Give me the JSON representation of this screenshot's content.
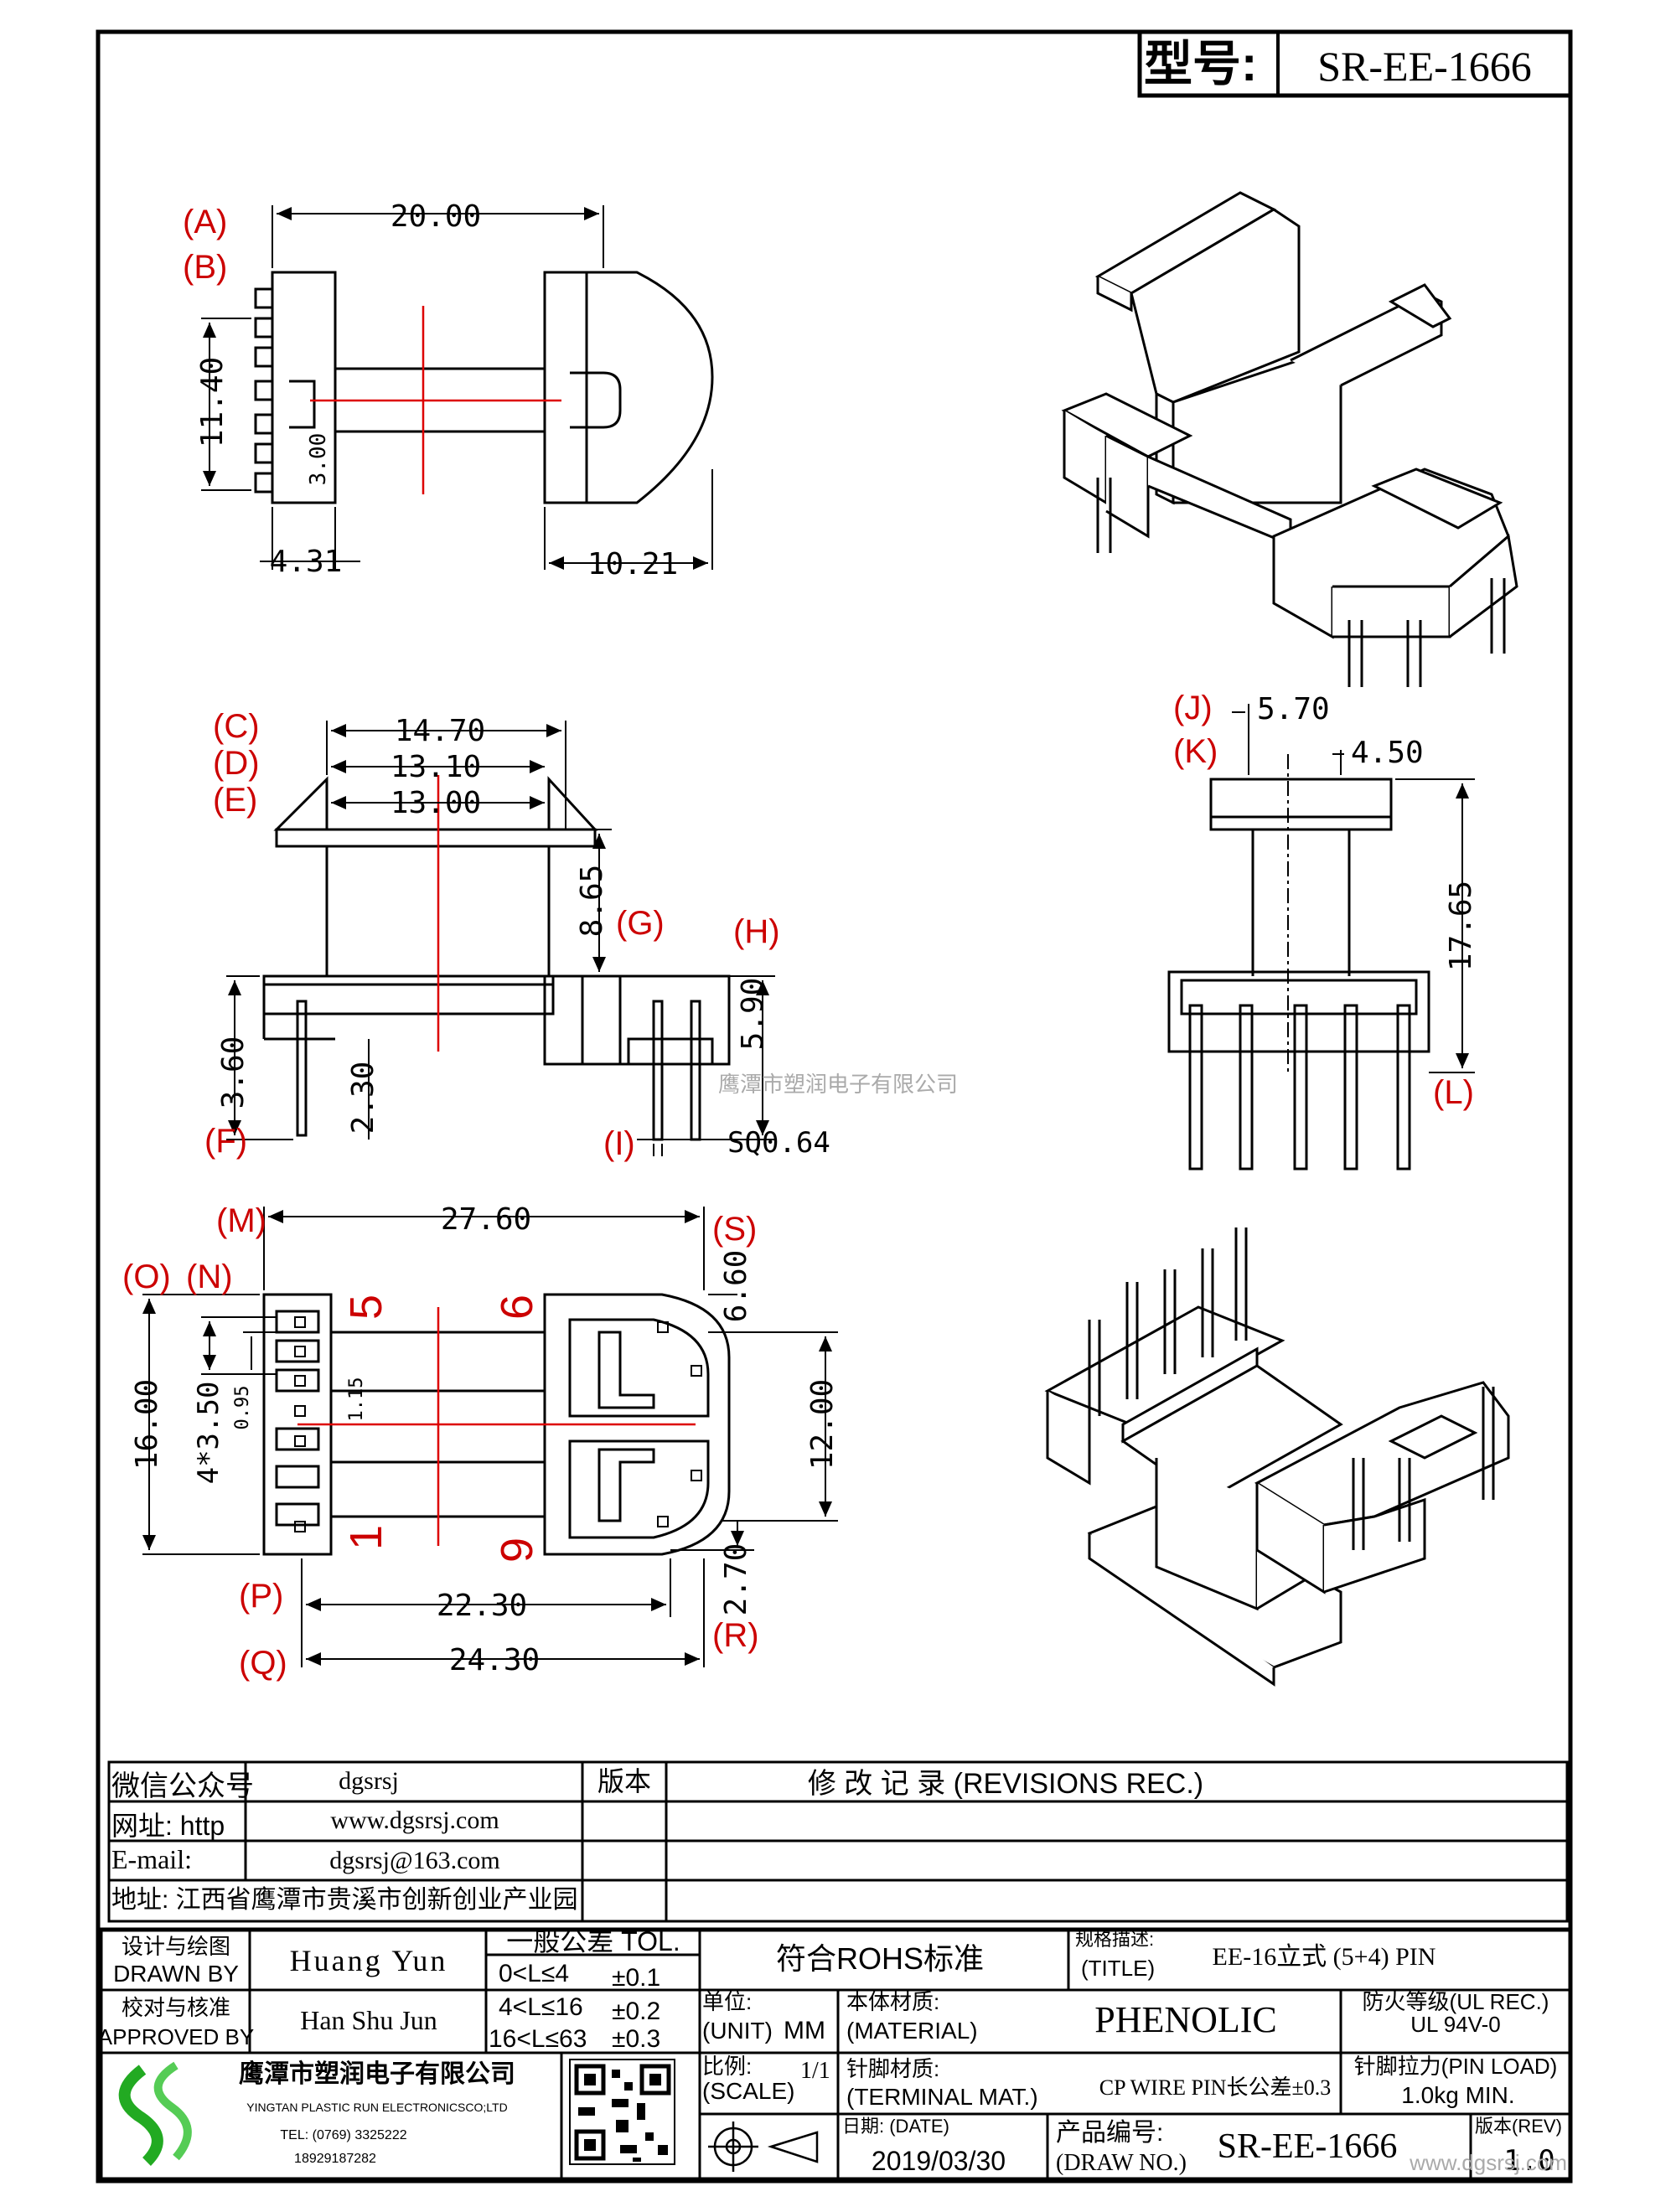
{
  "title_block": {
    "model_label": "型号:",
    "model_value": "SR-EE-1666"
  },
  "dims_top": {
    "A": "(A)",
    "B": "(B)",
    "width": "20.00",
    "height": "11.40",
    "slot": "3.00",
    "left": "4.31",
    "right": "10.21"
  },
  "dims_mid": {
    "C": "(C)",
    "D": "(D)",
    "E": "(E)",
    "F": "(F)",
    "G": "(G)",
    "H": "(H)",
    "I": "(I)",
    "c": "14.70",
    "d": "13.10",
    "e": "13.00",
    "g": "8.65",
    "h": "5.90",
    "f": "3.60",
    "f2": "2.30",
    "pin": "SQ0.64"
  },
  "dims_side": {
    "J": "(J)",
    "K": "(K)",
    "L": "(L)",
    "j": "5.70",
    "k": "4.50",
    "l": "17.65"
  },
  "watermark": "鹰潭市塑润电子有限公司",
  "dims_bottom": {
    "M": "(M)",
    "N": "(N)",
    "O": "(O)",
    "P": "(P)",
    "Q": "(Q)",
    "R": "(R)",
    "S": "(S)",
    "m": "27.60",
    "s": "6.60",
    "o": "16.00",
    "n": "4*3.50",
    "n2": "0.95",
    "n3": "1.15",
    "r": "12.00",
    "r2": "2.70",
    "p": "22.30",
    "q": "24.30",
    "pin5": "5",
    "pin6": "6",
    "pin1": "1",
    "pin9": "9"
  },
  "info": {
    "wechat_label": "微信公众号",
    "wechat_value": "dgsrsj",
    "web_label": "网址: http",
    "web_value": "www.dgsrsj.com",
    "email_label": "E-mail:",
    "email_value": "dgsrsj@163.com",
    "addr_label": "地址: 江西省鹰潭市贵溪市创新创业产业园",
    "ver_label": "版本",
    "rev_label": "修 改 记 录  (REVISIONS REC.)"
  },
  "bottom_block": {
    "drawn_label_cn": "设计与绘图",
    "drawn_label_en": "DRAWN BY",
    "drawn_value": "Huang Yun",
    "appr_label_cn": "校对与核准",
    "appr_label_en": "APPROVED BY",
    "appr_value": "Han Shu Jun",
    "tol_title": "一般公差 TOL.",
    "tol_rows": [
      {
        "range": "0<L≤4",
        "val": "±0.1"
      },
      {
        "range": "4<L≤16",
        "val": "±0.2"
      },
      {
        "range": "16<L≤63",
        "val": "±0.3"
      }
    ],
    "rohs": "符合ROHS标准",
    "title_label_cn": "规格描述:",
    "title_label_en": "(TITLE)",
    "title_value": "EE-16立式 (5+4) PIN",
    "unit_label_cn": "单位:",
    "unit_label_en": "(UNIT)",
    "unit_value": "MM",
    "material_label_cn": "本体材质:",
    "material_label_en": "(MATERIAL)",
    "material_value": "PHENOLIC",
    "fire_label": "防火等级(UL REC.)",
    "fire_value": "UL 94V-0",
    "company_cn": "鹰潭市塑润电子有限公司",
    "company_en": "YINGTAN PLASTIC RUN ELECTRONICSCO;LTD",
    "tel": "TEL: (0769) 3325222",
    "phone": "18929187282",
    "scale_label_cn": "比例:",
    "scale_label_en": "(SCALE)",
    "scale_value": "1/1",
    "terminal_label_cn": "针脚材质:",
    "terminal_label_en": "(TERMINAL MAT.)",
    "terminal_value": "CP WIRE  PIN长公差±0.3",
    "pinload_label": "针脚拉力(PIN LOAD)",
    "pinload_value": "1.0kg MIN.",
    "date_label": "日期: (DATE)",
    "date_value": "2019/03/30",
    "drawno_label_cn": "产品编号:",
    "drawno_label_en": "(DRAW NO.)",
    "drawno_value": "SR-EE-1666",
    "rev_label": "版本(REV)",
    "rev_value": "1.0",
    "site_watermark": "www.dgsrsj.com"
  }
}
